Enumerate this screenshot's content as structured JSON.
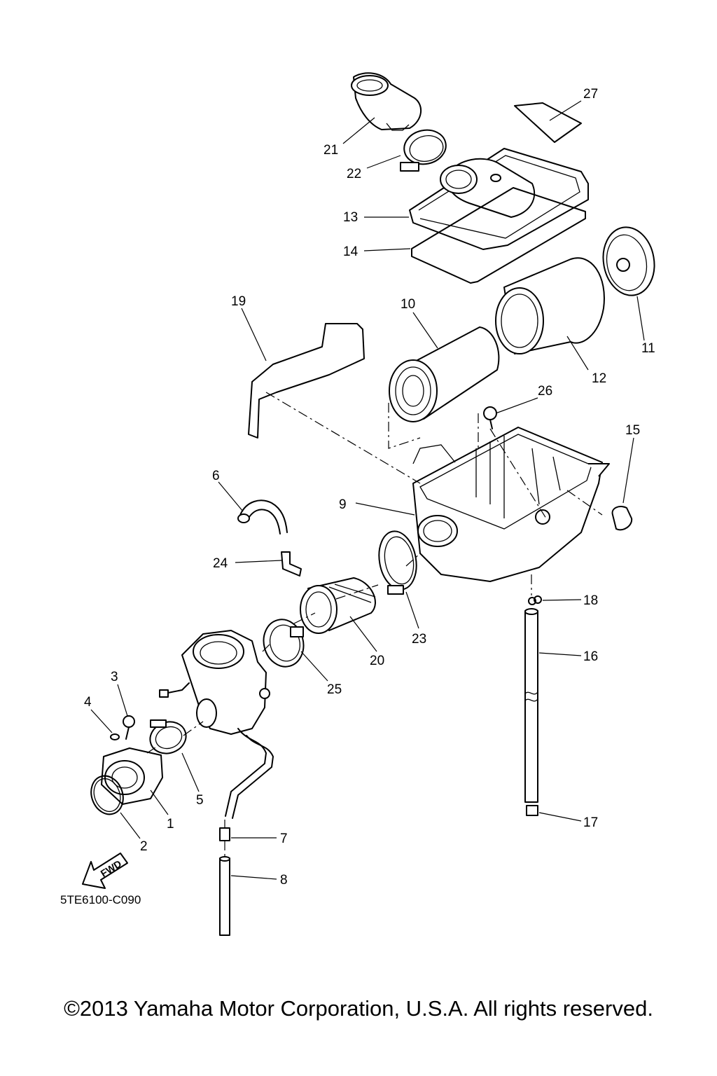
{
  "diagram_code": "5TE6100-C090",
  "fwd_label": "FWD",
  "copyright": "©2013 Yamaha Motor Corporation, U.S.A. All rights reserved.",
  "callouts": [
    {
      "num": "1"
    },
    {
      "num": "2"
    },
    {
      "num": "3"
    },
    {
      "num": "4"
    },
    {
      "num": "5"
    },
    {
      "num": "6"
    },
    {
      "num": "7"
    },
    {
      "num": "8"
    },
    {
      "num": "9"
    },
    {
      "num": "10"
    },
    {
      "num": "11"
    },
    {
      "num": "12"
    },
    {
      "num": "13"
    },
    {
      "num": "14"
    },
    {
      "num": "15"
    },
    {
      "num": "16"
    },
    {
      "num": "17"
    },
    {
      "num": "18"
    },
    {
      "num": "19"
    },
    {
      "num": "20"
    },
    {
      "num": "21"
    },
    {
      "num": "22"
    },
    {
      "num": "23"
    },
    {
      "num": "24"
    },
    {
      "num": "25"
    },
    {
      "num": "26"
    },
    {
      "num": "27"
    }
  ]
}
